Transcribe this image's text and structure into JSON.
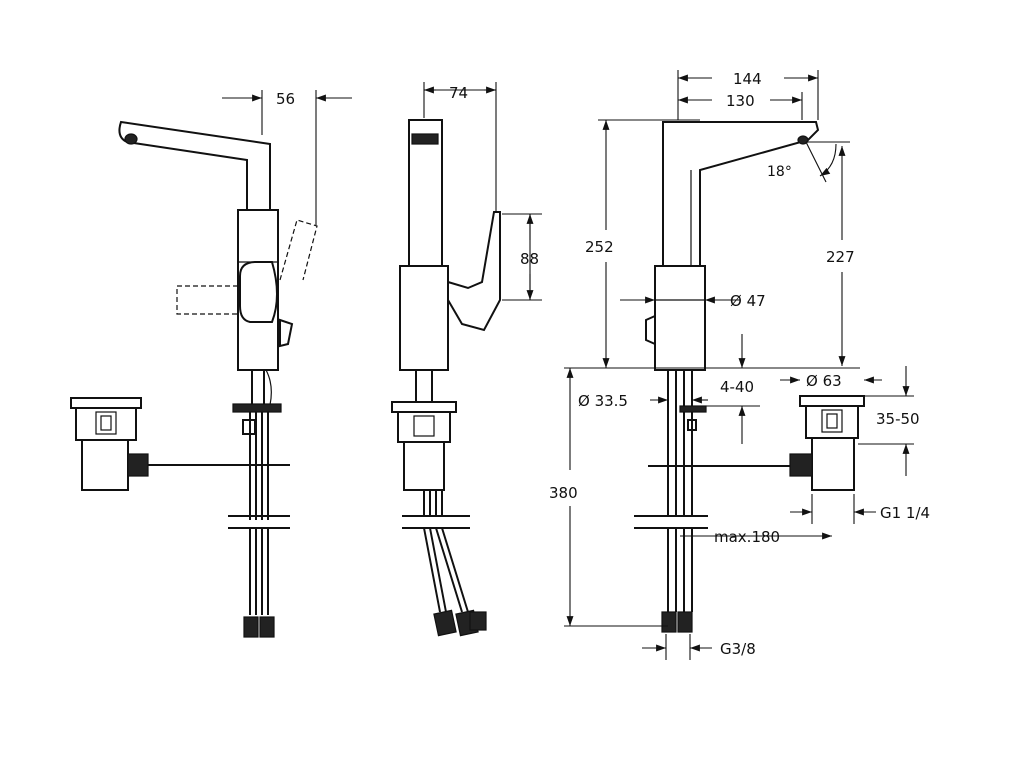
{
  "dimensions": {
    "left_offset": "56",
    "middle_offset": "74",
    "lever_height": "88",
    "spout_reach_outer": "144",
    "spout_reach_inner": "130",
    "spout_angle": "18°",
    "total_height": "252",
    "spout_outlet_height": "227",
    "body_diameter": "Ø 47",
    "shank_diameter": "Ø 33.5",
    "thickness_range": "4-40",
    "waste_diameter": "Ø 63",
    "waste_range": "35-50",
    "waste_thread": "G1 1/4",
    "below_deck": "380",
    "max_rod": "max.180",
    "hose_thread": "G3/8"
  },
  "views": [
    "side-view-with-lever",
    "front-view",
    "side-view-dimensioned"
  ]
}
